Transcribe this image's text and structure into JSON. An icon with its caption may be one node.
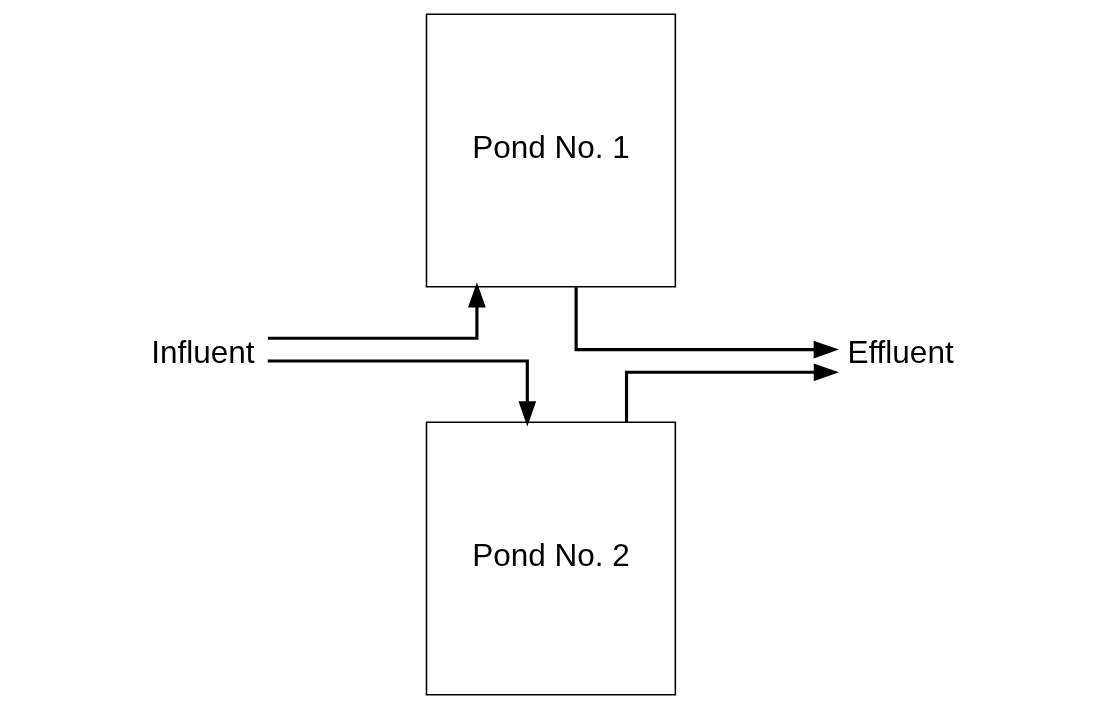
{
  "diagram": {
    "nodes": [
      {
        "text": [
          "Influent"
        ]
      },
      {
        "text": [
          "Pond No. 1"
        ]
      },
      {
        "text": [
          "Pond No. 2"
        ]
      },
      {
        "text": [
          "Effluent"
        ]
      }
    ],
    "edges": [
      {
        "from": 0,
        "to": 1,
        "arrow": "to"
      },
      {
        "from": 0,
        "to": 2,
        "arrow": "to"
      },
      {
        "from": 1,
        "to": 3,
        "arrow": "to"
      },
      {
        "from": 2,
        "to": 3,
        "arrow": "to"
      }
    ]
  }
}
